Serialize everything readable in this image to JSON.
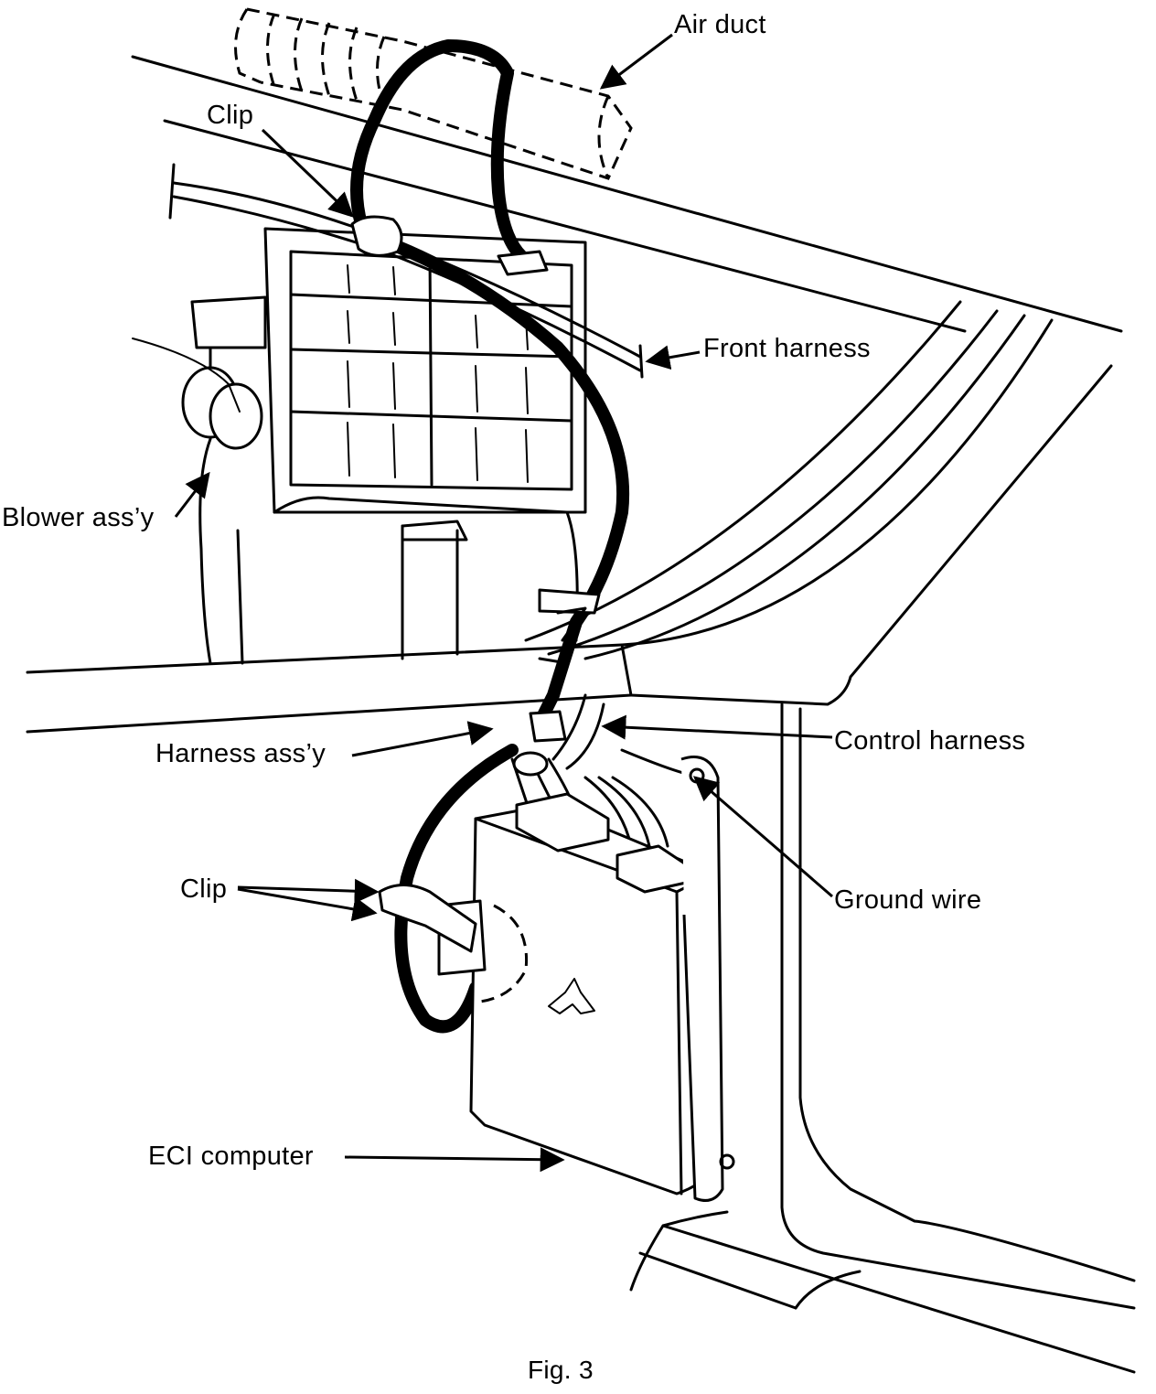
{
  "figure": {
    "caption": "Fig. 3",
    "labels": {
      "air_duct": "Air duct",
      "clip_top": "Clip",
      "front_harness": "Front harness",
      "blower": "Blower ass’y",
      "harness_assy": "Harness ass’y",
      "control_harness": "Control harness",
      "clip_bottom": "Clip",
      "ground_wire": "Ground wire",
      "eci_computer": "ECI computer"
    }
  }
}
